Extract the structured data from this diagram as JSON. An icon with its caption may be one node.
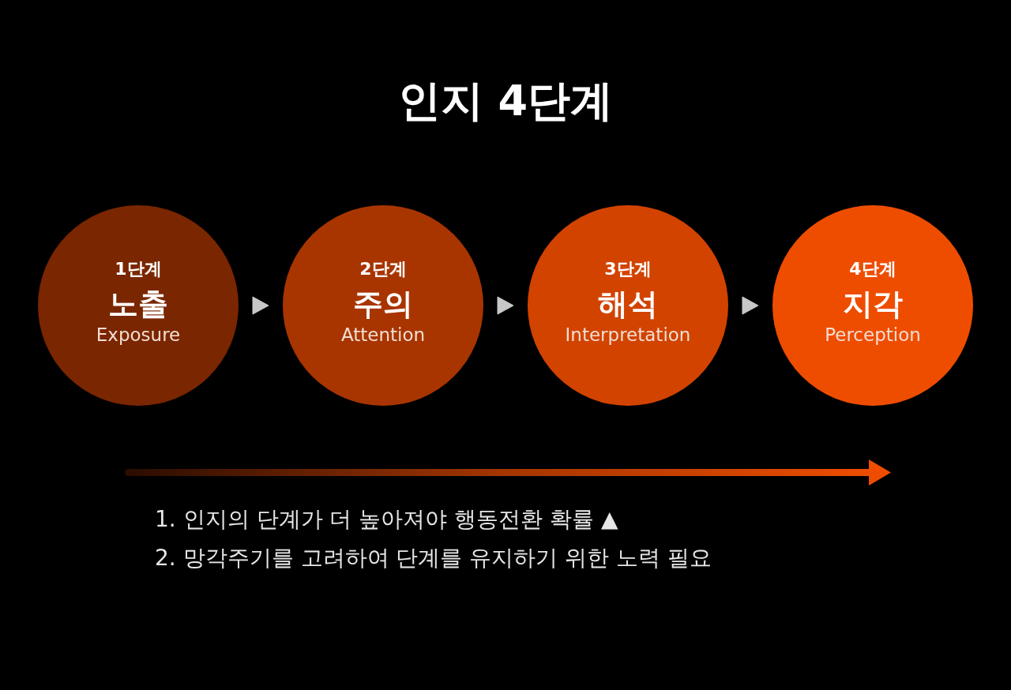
{
  "diagram": {
    "title": "인지 4단계",
    "nodes": [
      {
        "text": [
          "1단계",
          "노출",
          "Exposure"
        ]
      },
      {
        "text": [
          "2단계",
          "주의",
          "Attention"
        ]
      },
      {
        "text": [
          "3단계",
          "해석",
          "Interpretation"
        ]
      },
      {
        "text": [
          "4단계",
          "지각",
          "Perception"
        ]
      }
    ],
    "edges": [
      {
        "from": 0,
        "to": 1,
        "arrow": "to"
      },
      {
        "from": 1,
        "to": 2,
        "arrow": "to"
      },
      {
        "from": 2,
        "to": 3,
        "arrow": "to"
      }
    ],
    "labels": [
      "1. 인지의 단계가 더 높아져야 행동전환 확률 ▲",
      "2. 망각주기를 고려하여 단계를 유지하기 위한 노력 필요"
    ]
  }
}
